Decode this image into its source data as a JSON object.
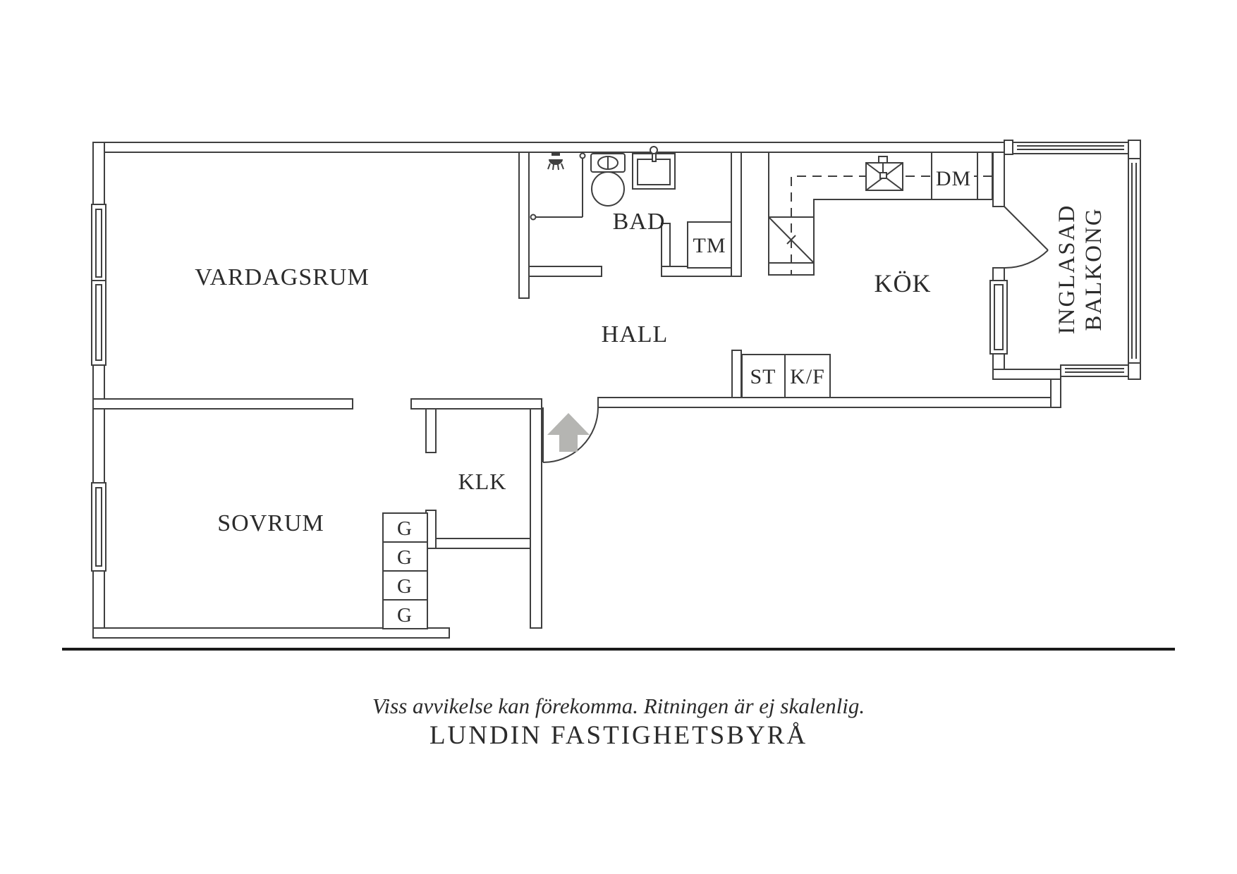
{
  "labels": {
    "vardagsrum": "VARDAGSRUM",
    "sovrum": "SOVRUM",
    "bad": "BAD",
    "hall": "HALL",
    "kok": "KÖK",
    "klk": "KLK",
    "tm": "TM",
    "dm": "DM",
    "st": "ST",
    "kf": "K/F",
    "g": "G",
    "inglasad": "INGLASAD",
    "balkong": "BALKONG"
  },
  "footer": {
    "disclaimer": "Viss avvikelse kan förekomma. Ritningen är ej skalenlig.",
    "brand": "LUNDIN FASTIGHETSBYRÅ"
  },
  "colors": {
    "line": "#3f3f3f",
    "text": "#2b2b2b",
    "arrow": "#b5b5b2"
  }
}
